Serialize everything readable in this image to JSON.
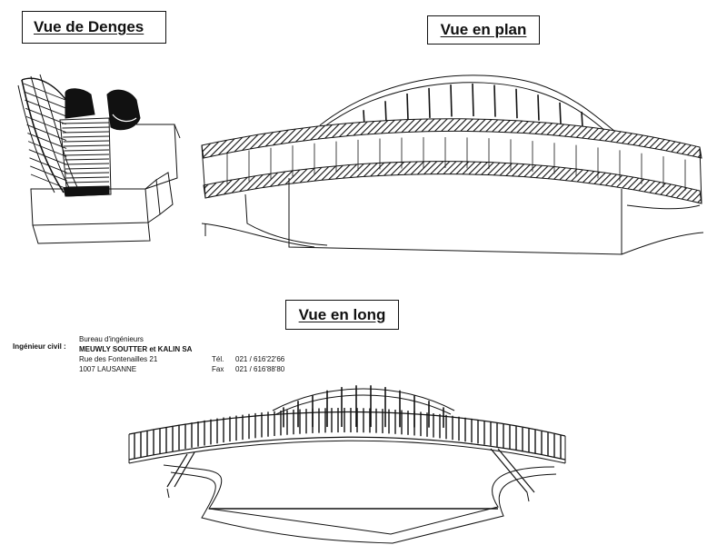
{
  "views": {
    "denges": "Vue de Denges",
    "plan": "Vue en plan",
    "long": "Vue en long"
  },
  "engineer": {
    "role_label": "Ingénieur civil :",
    "office": "Bureau d'ingénieurs",
    "company": "MEUWLY SOUTTER et KALIN SA",
    "street": "Rue des Fontenailles 21",
    "city": "1007  LAUSANNE",
    "tel_label": "Tél.",
    "tel": "021 / 616'22'66",
    "fax_label": "Fax",
    "fax": "021 / 616'88'80"
  }
}
